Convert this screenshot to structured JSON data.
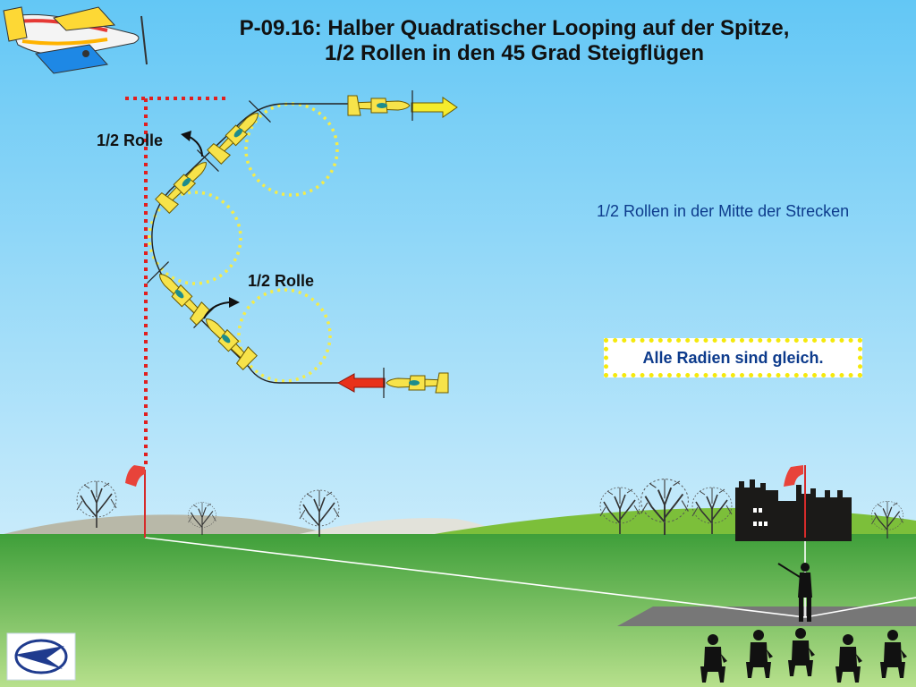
{
  "title": {
    "line1": "P-09.16: Halber Quadratischer Looping auf der Spitze,",
    "line2": "1/2 Rollen in den 45 Grad Steigflügen"
  },
  "labels": {
    "roll_upper": "1/2 Rolle",
    "roll_lower": "1/2 Rolle"
  },
  "notes": {
    "center_rolls": "1/2 Rollen in der Mitte der Strecken",
    "radius_note": "Alle Radien sind gleich."
  },
  "colors": {
    "sky": "#8fd3f7",
    "grass_dark": "#3f9f3a",
    "grass_light": "#b7e08c",
    "plane_yellow": "#f7e34a",
    "arrow_exit": "#f5ec2c",
    "arrow_entry": "#e8311a",
    "center_line": "#e02020",
    "text_blue": "#0d3b8c",
    "circle_dots": "#f5ec48"
  },
  "icons": {
    "logo": "aerobatic-plane-logo",
    "corner_logo": "faa-logo",
    "flag": "flag-icon",
    "pilot": "pilot-silhouette",
    "judges": "judge-silhouette"
  }
}
